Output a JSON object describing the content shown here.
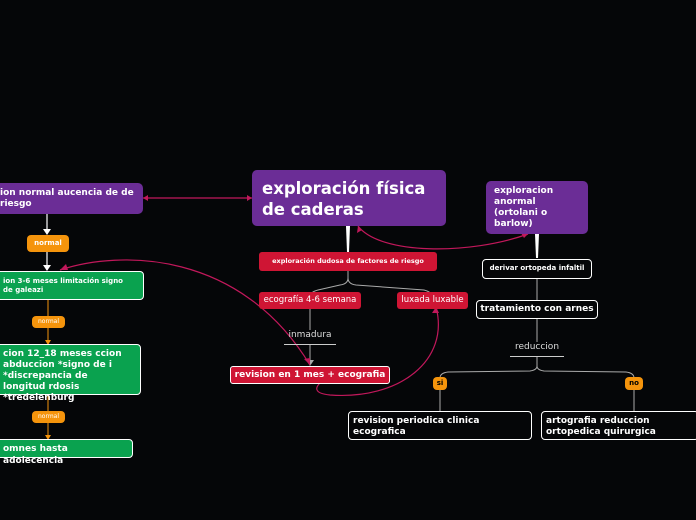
{
  "root": {
    "title": "exploración física de caderas"
  },
  "left_branch": {
    "top": "ion normal aucencia de de riesgo",
    "normal_1": "normal",
    "exam_3_6": "ion 3-6 meses limitación signo de galeazi",
    "normal_2": "normal",
    "exam_12_18": "cion 12_18 meses ccion abduccion *signo de i *discrepancia de longitud rdosis *tredelenburg",
    "normal_3": "normal",
    "final": "omnes hasta adolecencia"
  },
  "center_branch": {
    "doubtful": "exploración dudosa de factores de riesgo",
    "echo": "ecografía 4-6 semana",
    "luxable": "luxada luxable",
    "immature": "inmadura",
    "revision": "revision en 1 mes + ecografia"
  },
  "right_branch": {
    "abnormal": "exploracion anormal (ortolani o barlow)",
    "refer": "derivar ortopeda infaltil",
    "harness": "tratamiento con arnes",
    "reduction": "reduccion",
    "yes": "si",
    "no": "no",
    "periodic": "revision periodica clinica ecografica",
    "arthro": "artografia reduccion ortopedica quirurgica"
  },
  "colors": {
    "background": "#050608",
    "purple": "#6b2d96",
    "green": "#0aa24f",
    "red": "#cf1534",
    "orange": "#f5940c",
    "connector": "#c2185b"
  }
}
